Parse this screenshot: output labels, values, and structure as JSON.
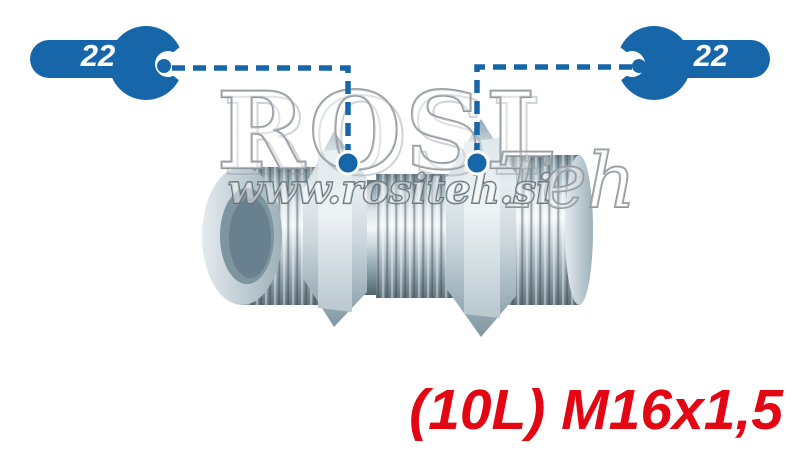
{
  "callouts": {
    "left_wrench_size": "22",
    "right_wrench_size": "22",
    "wrench_color": "#1766a9"
  },
  "spec": {
    "label": "(10L) M16x1,5",
    "color": "#e30613"
  },
  "watermark": {
    "brand": "ROSI",
    "suffix": "Teh",
    "website": "www.rositeh.si"
  }
}
